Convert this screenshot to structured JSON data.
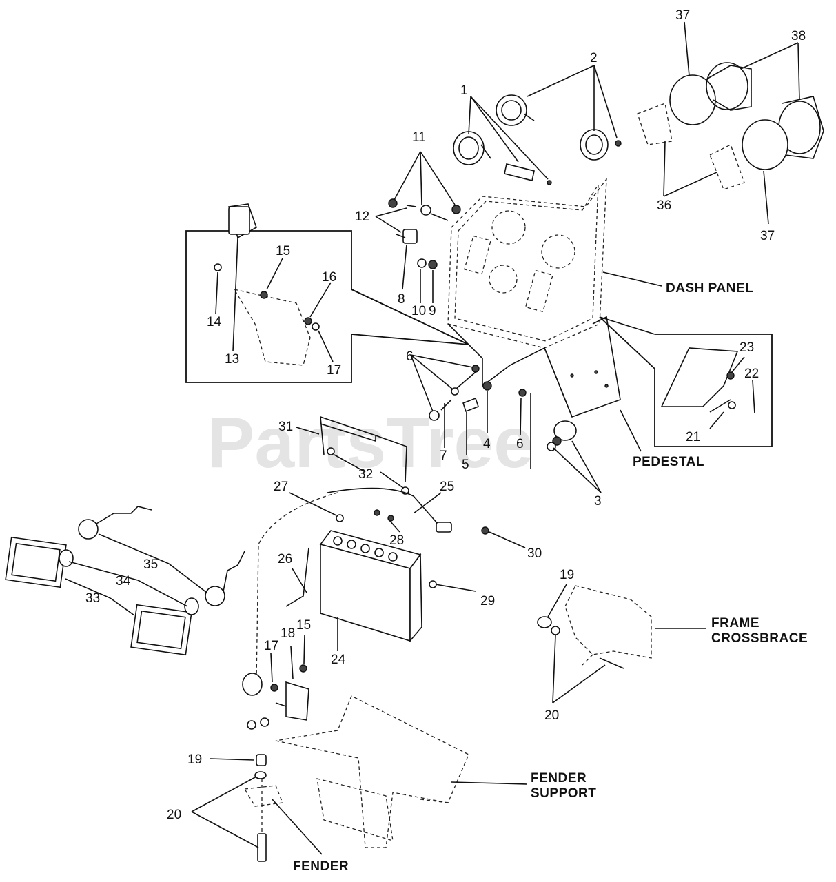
{
  "watermark": "PartsTree",
  "parts": {
    "p1": "1",
    "p2": "2",
    "p3": "3",
    "p4": "4",
    "p5": "5",
    "p6a": "6",
    "p6b": "6",
    "p7": "7",
    "p8": "8",
    "p9": "9",
    "p10": "10",
    "p11": "11",
    "p12": "12",
    "p13": "13",
    "p14": "14",
    "p15a": "15",
    "p15b": "15",
    "p16": "16",
    "p17a": "17",
    "p17b": "17",
    "p18": "18",
    "p19a": "19",
    "p19b": "19",
    "p20a": "20",
    "p20b": "20",
    "p21": "21",
    "p22": "22",
    "p23": "23",
    "p24": "24",
    "p25": "25",
    "p26": "26",
    "p27": "27",
    "p28": "28",
    "p29": "29",
    "p30": "30",
    "p31": "31",
    "p32": "32",
    "p33": "33",
    "p34": "34",
    "p35": "35",
    "p36": "36",
    "p37a": "37",
    "p37b": "37",
    "p38": "38"
  },
  "labels": {
    "dash_panel": "DASH PANEL",
    "pedestal": "PEDESTAL",
    "frame_1": "FRAME",
    "frame_2": "CROSSBRACE",
    "fender_support_1": "FENDER",
    "fender_support_2": "SUPPORT",
    "fender": "FENDER"
  }
}
